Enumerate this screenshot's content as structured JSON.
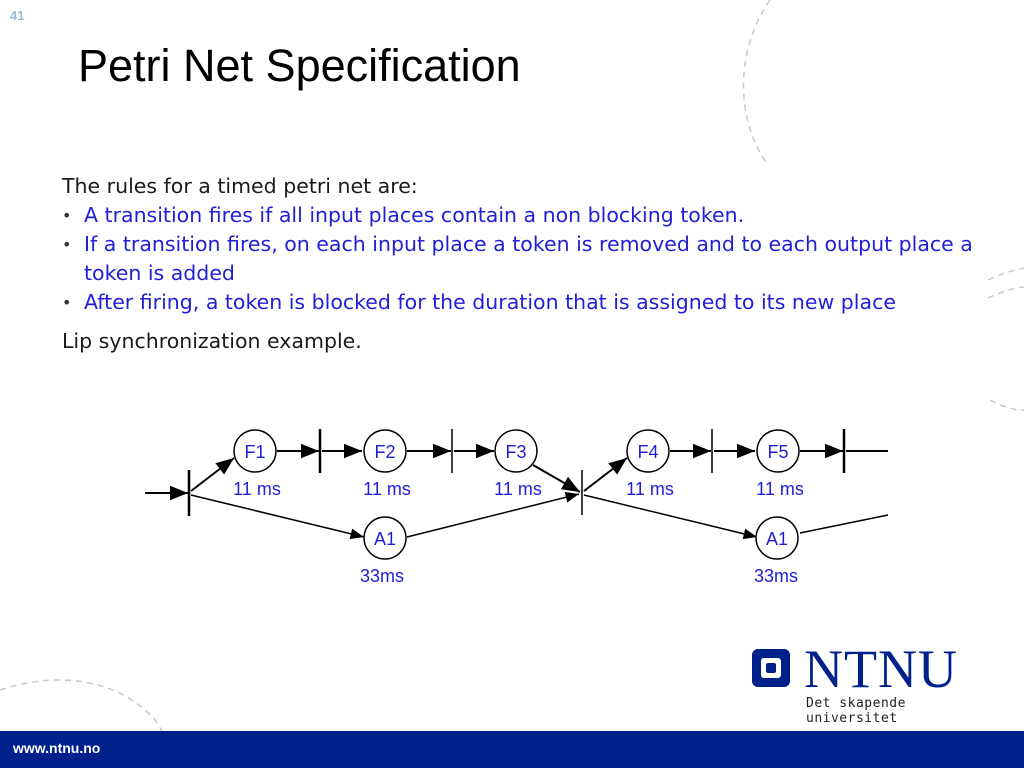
{
  "slide": {
    "number": "41",
    "title": "Petri Net Specification"
  },
  "content": {
    "intro": "The rules for a timed petri net are:",
    "rules": [
      "A transition fires if all input places contain a non blocking token.",
      "If a transition fires, on each input place a token is removed and to each output place a token is added",
      "After firing, a token is blocked for the duration that is assigned to its new place"
    ],
    "example": "Lip synchronization example."
  },
  "diagram": {
    "places": [
      {
        "id": "F1",
        "label": "F1",
        "duration": "11 ms"
      },
      {
        "id": "F2",
        "label": "F2",
        "duration": "11 ms"
      },
      {
        "id": "F3",
        "label": "F3",
        "duration": "11 ms"
      },
      {
        "id": "F4",
        "label": "F4",
        "duration": "11 ms"
      },
      {
        "id": "F5",
        "label": "F5",
        "duration": "11 ms"
      },
      {
        "id": "A1a",
        "label": "A1",
        "duration": "33ms"
      },
      {
        "id": "A1b",
        "label": "A1",
        "duration": "33ms"
      }
    ]
  },
  "footer": {
    "url": "www.ntnu.no"
  },
  "logo": {
    "name": "NTNU",
    "tagline": "Det skapende universitet"
  },
  "colors": {
    "accent": "#00218c",
    "bullet_text": "#1f1fd6",
    "diagram_label": "#1f1fd6"
  }
}
